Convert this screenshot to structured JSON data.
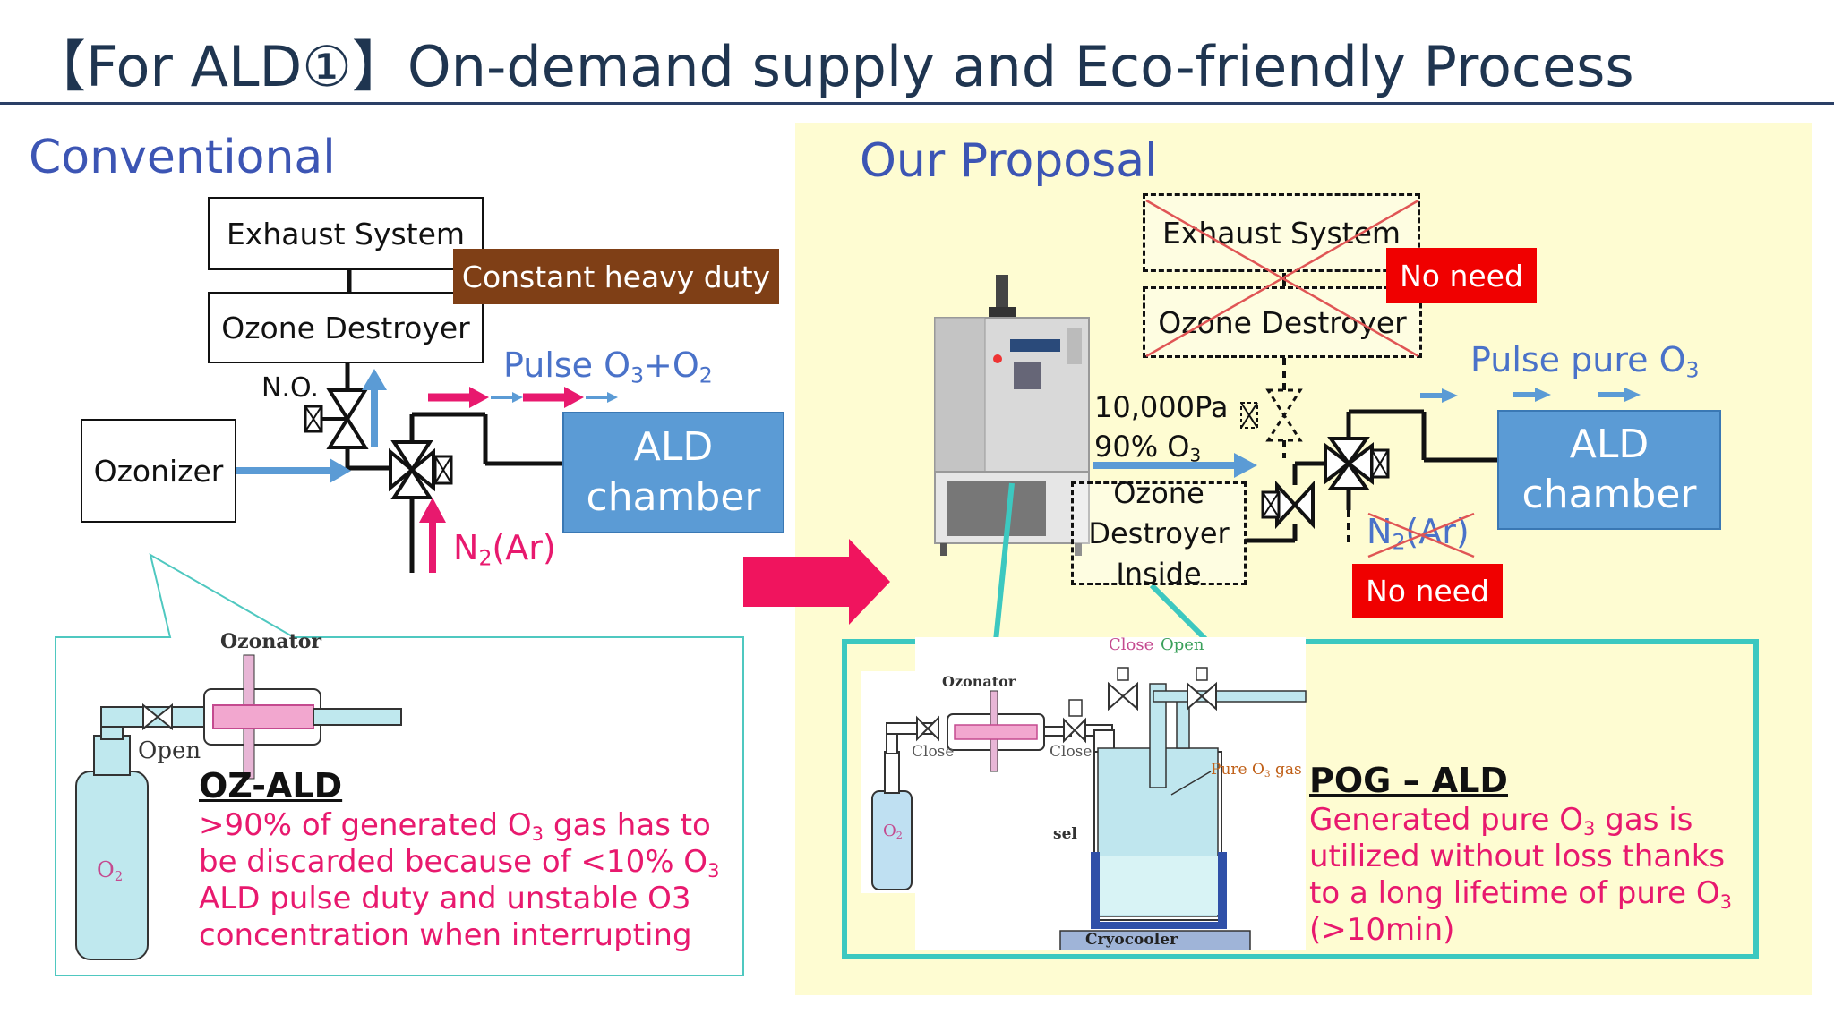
{
  "title": "【For ALD①】On-demand supply and Eco-friendly Process",
  "conventional": {
    "label": "Conventional",
    "exhaust_system": "Exhaust System",
    "ozone_destroyer": "Ozone Destroyer",
    "constant_heavy_duty": "Constant heavy duty",
    "no_label": "N.O.",
    "ozonizer": "Ozonizer",
    "pulse_prefix": "Pulse O",
    "pulse_sub_a": "3",
    "pulse_mid": "+O",
    "pulse_sub_b": "2",
    "n2_prefix": "N",
    "n2_sub": "2",
    "n2_suffix": "(Ar)",
    "ald_line1": "ALD",
    "ald_line2": "chamber",
    "callout": {
      "ozonator_label": "Ozonator",
      "open_label": "Open",
      "o2_label": "O",
      "o2_sub": "2",
      "heading": "OZ-ALD",
      "line1_a": ">90% of generated O",
      "line1_sub": "3",
      "line1_b": " gas has to",
      "line2_a": "be discarded because of <10% O",
      "line2_sub": "3",
      "line3": "ALD pulse duty and unstable O3",
      "line4": "concentration when interrupting"
    }
  },
  "proposal": {
    "label": "Our Proposal",
    "exhaust_system": "Exhaust System",
    "ozone_destroyer": "Ozone Destroyer",
    "no_need_1": "No need",
    "no_need_2": "No need",
    "pressure": "10,000Pa",
    "purity_prefix": "90% O",
    "purity_sub": "3",
    "destroyer_inside_1": "Ozone",
    "destroyer_inside_2": "Destroyer",
    "destroyer_inside_3": "Inside",
    "pulse_prefix": "Pulse pure O",
    "pulse_sub": "3",
    "n2_prefix": "N",
    "n2_sub": "2",
    "n2_suffix": "(Ar)",
    "ald_line1": "ALD",
    "ald_line2": "chamber",
    "callout": {
      "ozonator_label": "Ozonator",
      "close_label_1": "Close",
      "close_label_2": "Close",
      "close_label_3": "Close",
      "open_label": "Open",
      "pure_o3_prefix": "Pure O",
      "pure_o3_sub": "3",
      "pure_o3_suffix": " gas",
      "sel_label": "sel",
      "o2_label": "O",
      "o2_sub": "2",
      "cryocooler": "Cryocooler",
      "heading": "POG – ALD",
      "line1_a": "Generated pure O",
      "line1_sub": "3",
      "line1_b": " gas is",
      "line2": "utilized without loss thanks",
      "line3_a": "to a long lifetime of pure O",
      "line3_sub": "3",
      "line4": "(>10min)"
    }
  },
  "colors": {
    "accent_blue": "#5b9bd5",
    "pink": "#e8196e",
    "teal": "#3cc8c0",
    "yellow_bg": "#fefcd2",
    "red": "#f00000",
    "brown": "#7f3f16"
  }
}
